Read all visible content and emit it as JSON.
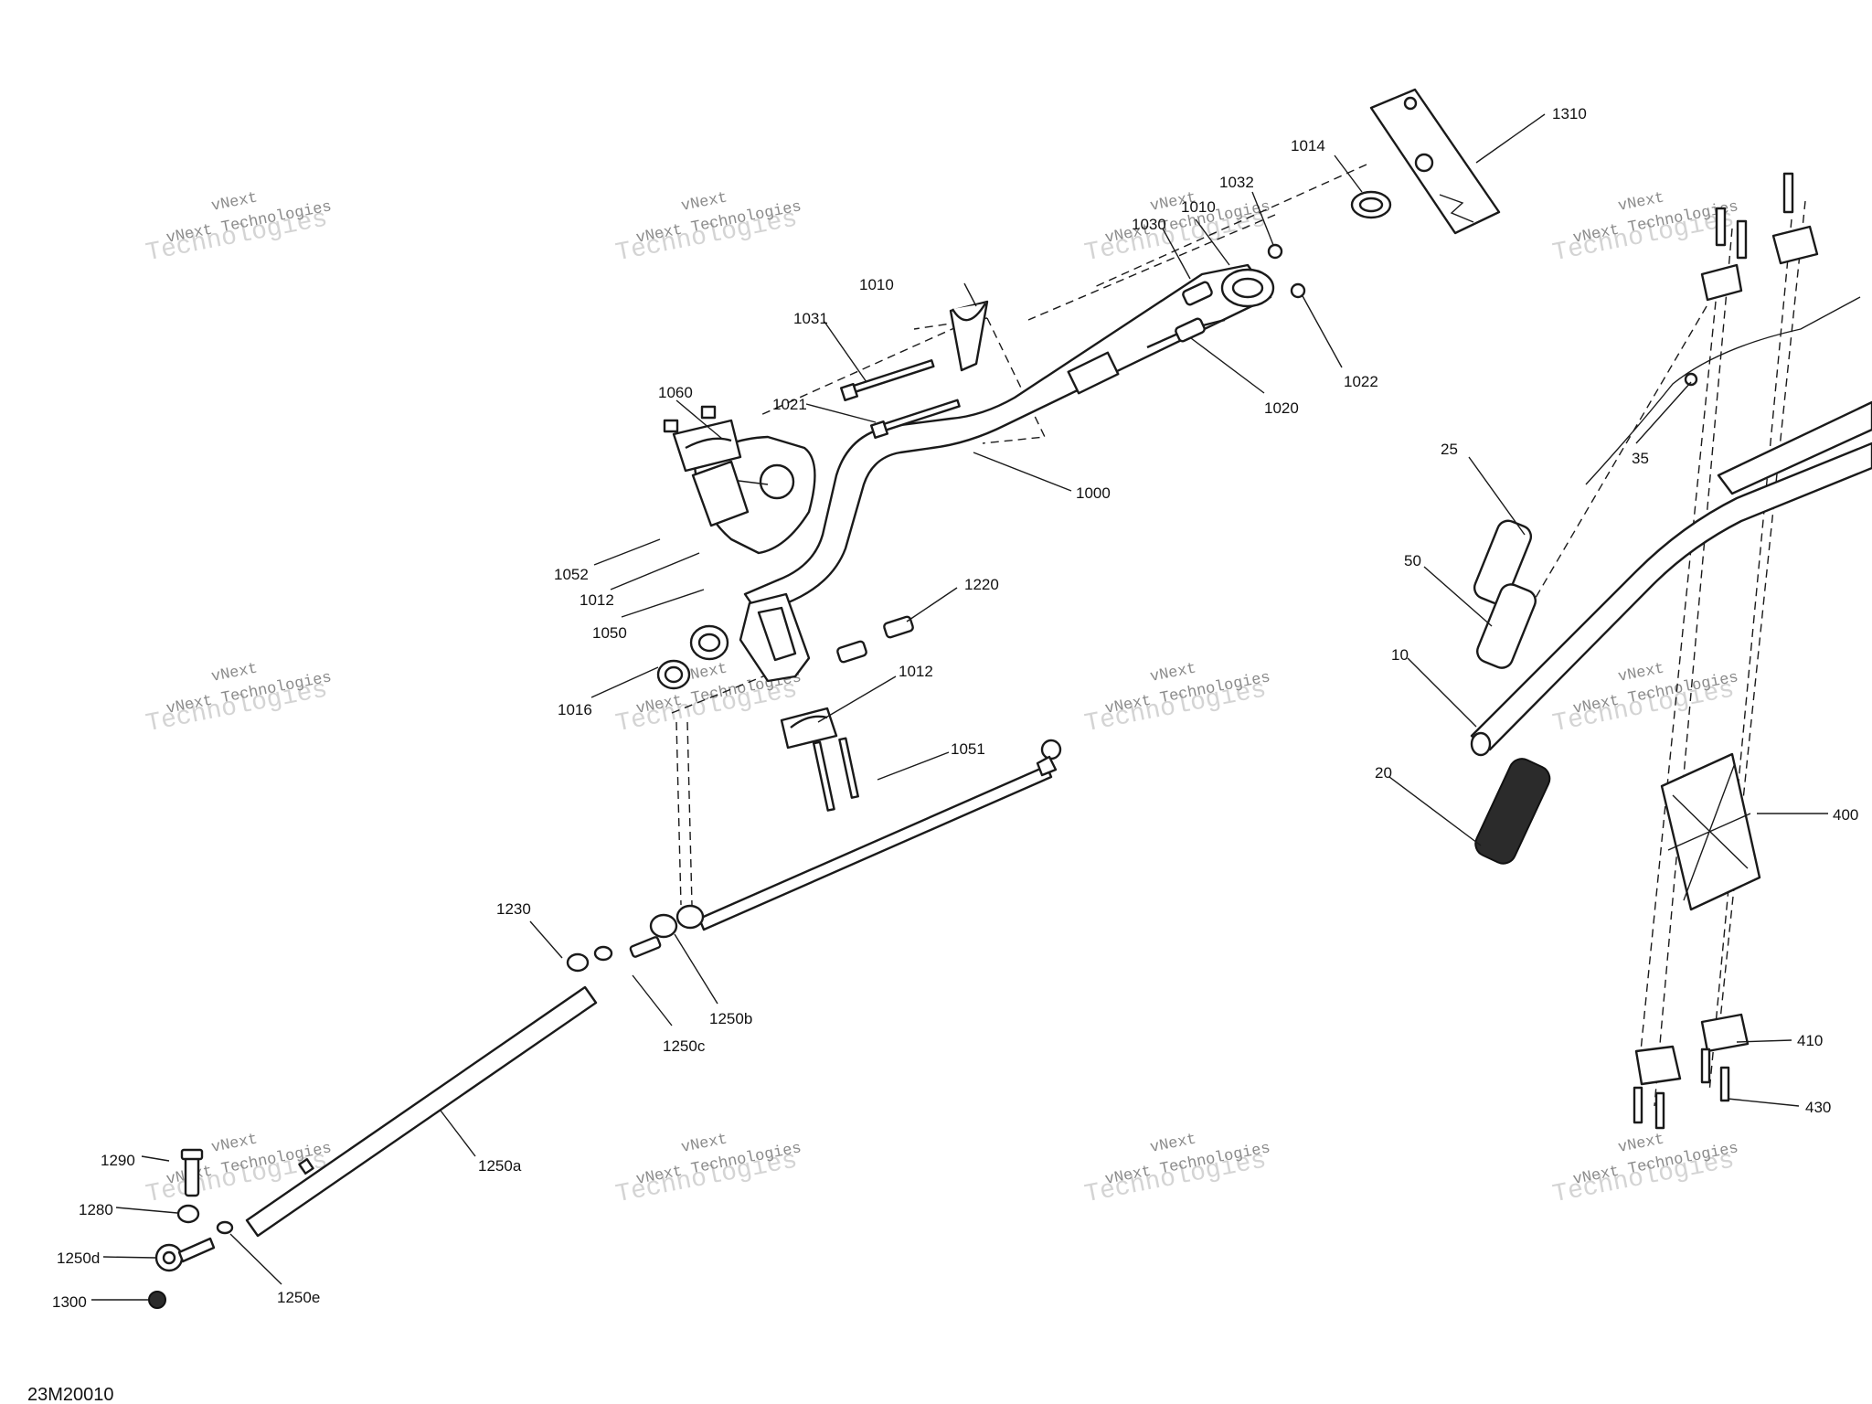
{
  "watermark": {
    "line1": "vNext Technologies",
    "line2": "Technologies",
    "top": "vNext"
  },
  "diagram_code": "23M20010",
  "labels": {
    "l1310": "1310",
    "l1014": "1014",
    "l1032": "1032",
    "l1030": "1030",
    "l1010a": "1010",
    "l1010b": "1010",
    "l1031": "1031",
    "l1021": "1021",
    "l1060": "1060",
    "l1022": "1022",
    "l1020": "1020",
    "l1000": "1000",
    "l1052": "1052",
    "l1012a": "1012",
    "l1050": "1050",
    "l1220": "1220",
    "l1016": "1016",
    "l1012b": "1012",
    "l1051": "1051",
    "l1230": "1230",
    "l1250b": "1250b",
    "l1250c": "1250c",
    "l1250a": "1250a",
    "l1290": "1290",
    "l1280": "1280",
    "l1250d": "1250d",
    "l1250e": "1250e",
    "l1300": "1300",
    "l25": "25",
    "l35": "35",
    "l50": "50",
    "l10": "10",
    "l20": "20",
    "l400": "400",
    "l410": "410",
    "l430": "430"
  }
}
